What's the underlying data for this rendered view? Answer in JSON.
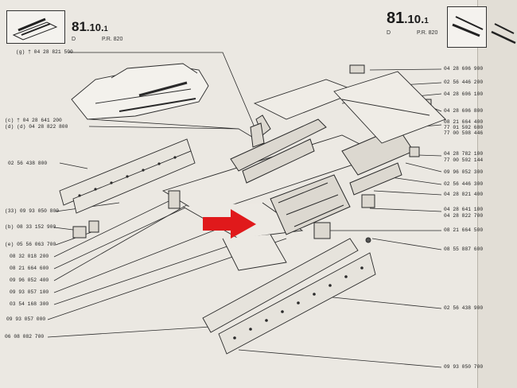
{
  "header": {
    "left_number": "81",
    "left_subnumber": ".10.",
    "left_index": "1",
    "left_sub_left": "D",
    "left_sub_right": "P.R. 820",
    "right_number": "81",
    "right_subnumber": ".10.",
    "right_index": "1",
    "right_sub_left": "D",
    "right_sub_right": "P.R. 820"
  },
  "labels_left": [
    {
      "id": "a",
      "text": "(g) † 04 28 821 500"
    },
    {
      "id": "b",
      "text": "(c) † 04 28 641 200"
    },
    {
      "id": "c",
      "text": "(d) (d) 04 28 822 800"
    },
    {
      "id": "d",
      "text": "02 56 438 800"
    },
    {
      "id": "e",
      "text": "(33) 09 93 050 800"
    },
    {
      "id": "f",
      "text": "(b) 08 33 152 900"
    },
    {
      "id": "g",
      "text": "(e) 05 56 063 700"
    },
    {
      "id": "h",
      "text": "08 32 018 200"
    },
    {
      "id": "i",
      "text": "08 21 664 600"
    },
    {
      "id": "j",
      "text": "09 96 052 400"
    },
    {
      "id": "k",
      "text": "09 93 057 100"
    },
    {
      "id": "l",
      "text": "03 54 168 300"
    },
    {
      "id": "m",
      "text": "09 93 057 000"
    },
    {
      "id": "n",
      "text": "06 08 082 700"
    }
  ],
  "labels_right": [
    {
      "id": "r1",
      "text": "04 28 606 900"
    },
    {
      "id": "r2",
      "text": "02 56 446 200"
    },
    {
      "id": "r3",
      "text": "04 28 606 100"
    },
    {
      "id": "r4",
      "text": "04 28 606 800"
    },
    {
      "id": "r5",
      "text": "08 21 664 400"
    },
    {
      "id": "r6",
      "text": "77 01 502 680"
    },
    {
      "id": "r7",
      "text": "77 00 508 446"
    },
    {
      "id": "r8",
      "text": "04 28 782 100"
    },
    {
      "id": "r9",
      "text": "77 00 502 144"
    },
    {
      "id": "r10",
      "text": "09 96 052 300"
    },
    {
      "id": "r11",
      "text": "02 56 446 300"
    },
    {
      "id": "r12",
      "text": "04 28 821 400"
    },
    {
      "id": "r13",
      "text": "04 28 641 100"
    },
    {
      "id": "r14",
      "text": "04 28 822 700"
    },
    {
      "id": "r15",
      "text": "08 21 664 500"
    },
    {
      "id": "r16",
      "text": "08 55 887 600"
    },
    {
      "id": "r17",
      "text": "02 56 438 900"
    },
    {
      "id": "r18",
      "text": "09 93 050 700"
    }
  ],
  "colors": {
    "arrow": "#e0191b",
    "ink": "#2a2a2a",
    "paper": "#ebe8e2"
  }
}
